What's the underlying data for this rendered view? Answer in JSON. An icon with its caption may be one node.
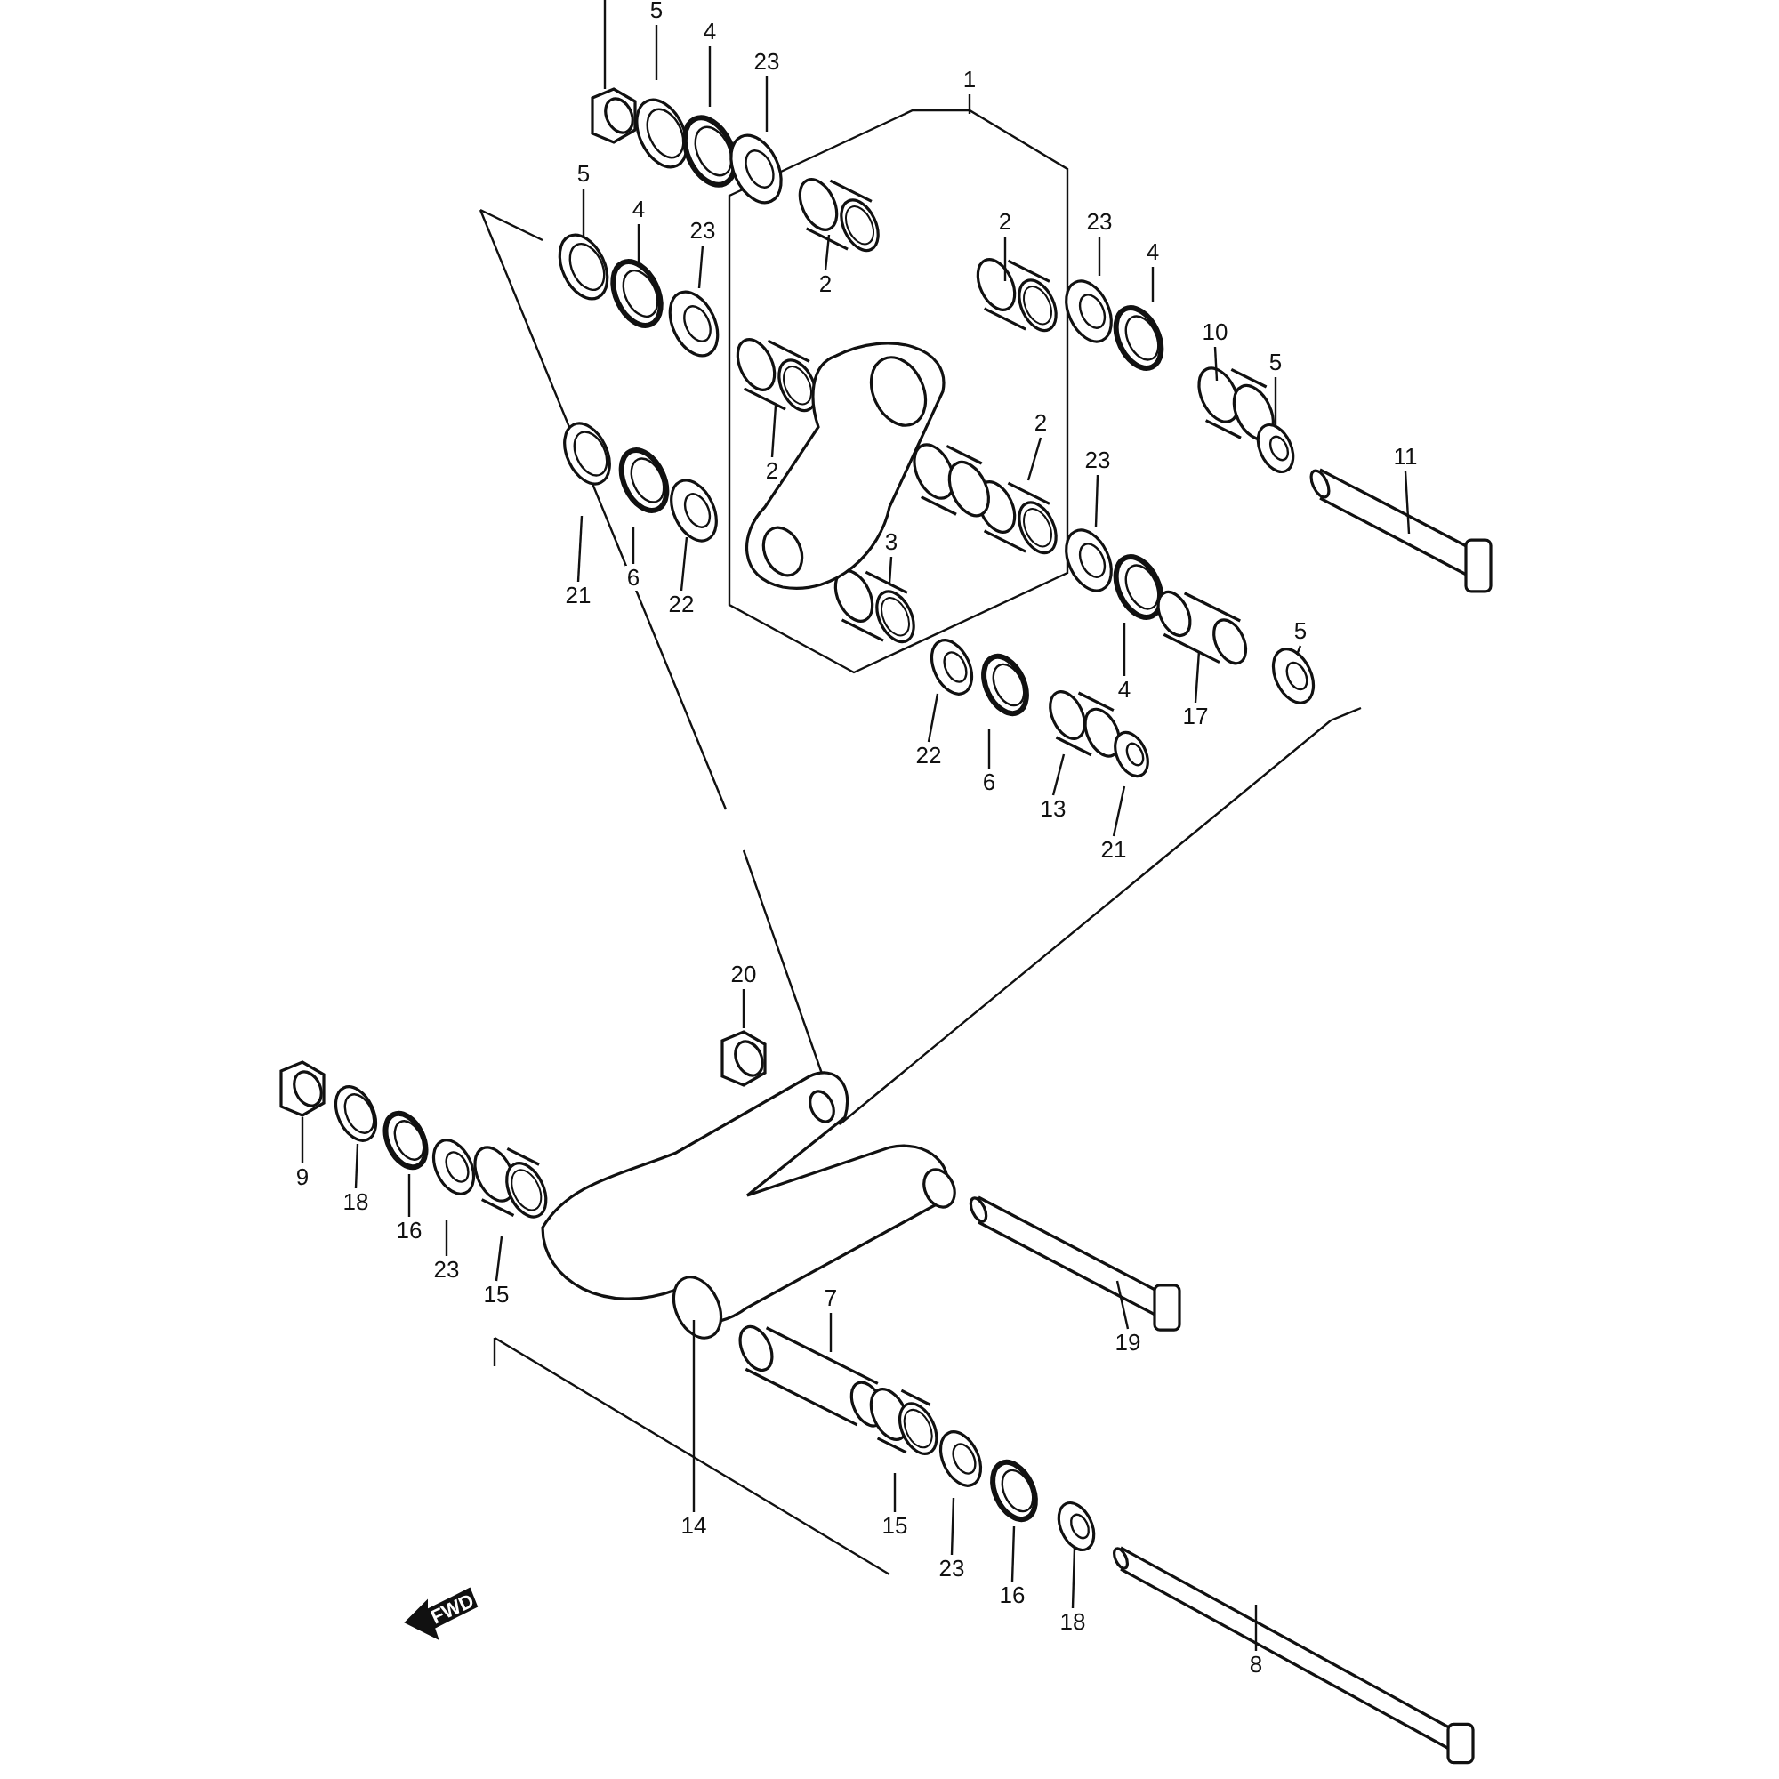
{
  "diagram": {
    "nodes": [
      {
        "text": [
          "5"
        ]
      },
      {
        "text": [
          "4"
        ]
      },
      {
        "text": [
          "23"
        ]
      },
      {
        "text": [
          "1"
        ]
      },
      {
        "text": [
          "5"
        ]
      },
      {
        "text": [
          "4"
        ]
      },
      {
        "text": [
          "23"
        ]
      },
      {
        "text": [
          "2"
        ]
      },
      {
        "text": [
          "2"
        ]
      },
      {
        "text": [
          "23"
        ]
      },
      {
        "text": [
          "4"
        ]
      },
      {
        "text": [
          "10"
        ]
      },
      {
        "text": [
          "2"
        ]
      },
      {
        "text": [
          "2"
        ]
      },
      {
        "text": [
          "5"
        ]
      },
      {
        "text": [
          "11"
        ]
      },
      {
        "text": [
          "21"
        ]
      },
      {
        "text": [
          "6"
        ]
      },
      {
        "text": [
          "22"
        ]
      },
      {
        "text": [
          "3"
        ]
      },
      {
        "text": [
          "23"
        ]
      },
      {
        "text": [
          "5"
        ]
      },
      {
        "text": [
          "4"
        ]
      },
      {
        "text": [
          "17"
        ]
      },
      {
        "text": [
          "22"
        ]
      },
      {
        "text": [
          "6"
        ]
      },
      {
        "text": [
          "13"
        ]
      },
      {
        "text": [
          "21"
        ]
      },
      {
        "text": [
          "20"
        ]
      },
      {
        "text": [
          "9"
        ]
      },
      {
        "text": [
          "18"
        ]
      },
      {
        "text": [
          "16"
        ]
      },
      {
        "text": [
          "23"
        ]
      },
      {
        "text": [
          "15"
        ]
      },
      {
        "text": [
          "7"
        ]
      },
      {
        "text": [
          "19"
        ]
      },
      {
        "text": [
          "14"
        ]
      },
      {
        "text": [
          "15"
        ]
      },
      {
        "text": [
          "23"
        ]
      },
      {
        "text": [
          "16"
        ]
      },
      {
        "text": [
          "18"
        ]
      },
      {
        "text": [
          "8"
        ]
      }
    ],
    "edges": [
      {
        "from": 0,
        "to": null,
        "arrow": "none"
      },
      {
        "from": 1,
        "to": null,
        "arrow": "none"
      },
      {
        "from": 2,
        "to": null,
        "arrow": "none"
      },
      {
        "from": 3,
        "to": null,
        "arrow": "none"
      },
      {
        "from": 4,
        "to": null,
        "arrow": "none"
      },
      {
        "from": 5,
        "to": null,
        "arrow": "none"
      },
      {
        "from": 6,
        "to": null,
        "arrow": "none"
      },
      {
        "from": 7,
        "to": null,
        "arrow": "none"
      },
      {
        "from": 8,
        "to": null,
        "arrow": "none"
      },
      {
        "from": 9,
        "to": null,
        "arrow": "none"
      },
      {
        "from": 10,
        "to": null,
        "arrow": "none"
      },
      {
        "from": 11,
        "to": null,
        "arrow": "none"
      },
      {
        "from": 12,
        "to": null,
        "arrow": "none"
      },
      {
        "from": 13,
        "to": null,
        "arrow": "none"
      },
      {
        "from": 14,
        "to": null,
        "arrow": "none"
      },
      {
        "from": 15,
        "to": null,
        "arrow": "none"
      },
      {
        "from": 16,
        "to": null,
        "arrow": "none"
      },
      {
        "from": 17,
        "to": null,
        "arrow": "none"
      },
      {
        "from": 18,
        "to": null,
        "arrow": "none"
      },
      {
        "from": 19,
        "to": null,
        "arrow": "none"
      },
      {
        "from": 20,
        "to": null,
        "arrow": "none"
      },
      {
        "from": 21,
        "to": null,
        "arrow": "none"
      },
      {
        "from": 22,
        "to": null,
        "arrow": "none"
      },
      {
        "from": 23,
        "to": null,
        "arrow": "none"
      },
      {
        "from": 24,
        "to": null,
        "arrow": "none"
      },
      {
        "from": 25,
        "to": null,
        "arrow": "none"
      },
      {
        "from": 26,
        "to": null,
        "arrow": "none"
      },
      {
        "from": 27,
        "to": null,
        "arrow": "none"
      },
      {
        "from": 28,
        "to": null,
        "arrow": "none"
      },
      {
        "from": 29,
        "to": null,
        "arrow": "none"
      },
      {
        "from": 30,
        "to": null,
        "arrow": "none"
      },
      {
        "from": 31,
        "to": null,
        "arrow": "none"
      },
      {
        "from": 32,
        "to": null,
        "arrow": "none"
      },
      {
        "from": 33,
        "to": null,
        "arrow": "none"
      },
      {
        "from": 34,
        "to": null,
        "arrow": "none"
      },
      {
        "from": 35,
        "to": null,
        "arrow": "none"
      },
      {
        "from": 36,
        "to": null,
        "arrow": "none"
      },
      {
        "from": 37,
        "to": null,
        "arrow": "none"
      },
      {
        "from": 38,
        "to": null,
        "arrow": "none"
      },
      {
        "from": 39,
        "to": null,
        "arrow": "none"
      },
      {
        "from": 40,
        "to": null,
        "arrow": "none"
      },
      {
        "from": 41,
        "to": null,
        "arrow": "none"
      }
    ],
    "labels": [
      "FWD"
    ]
  }
}
